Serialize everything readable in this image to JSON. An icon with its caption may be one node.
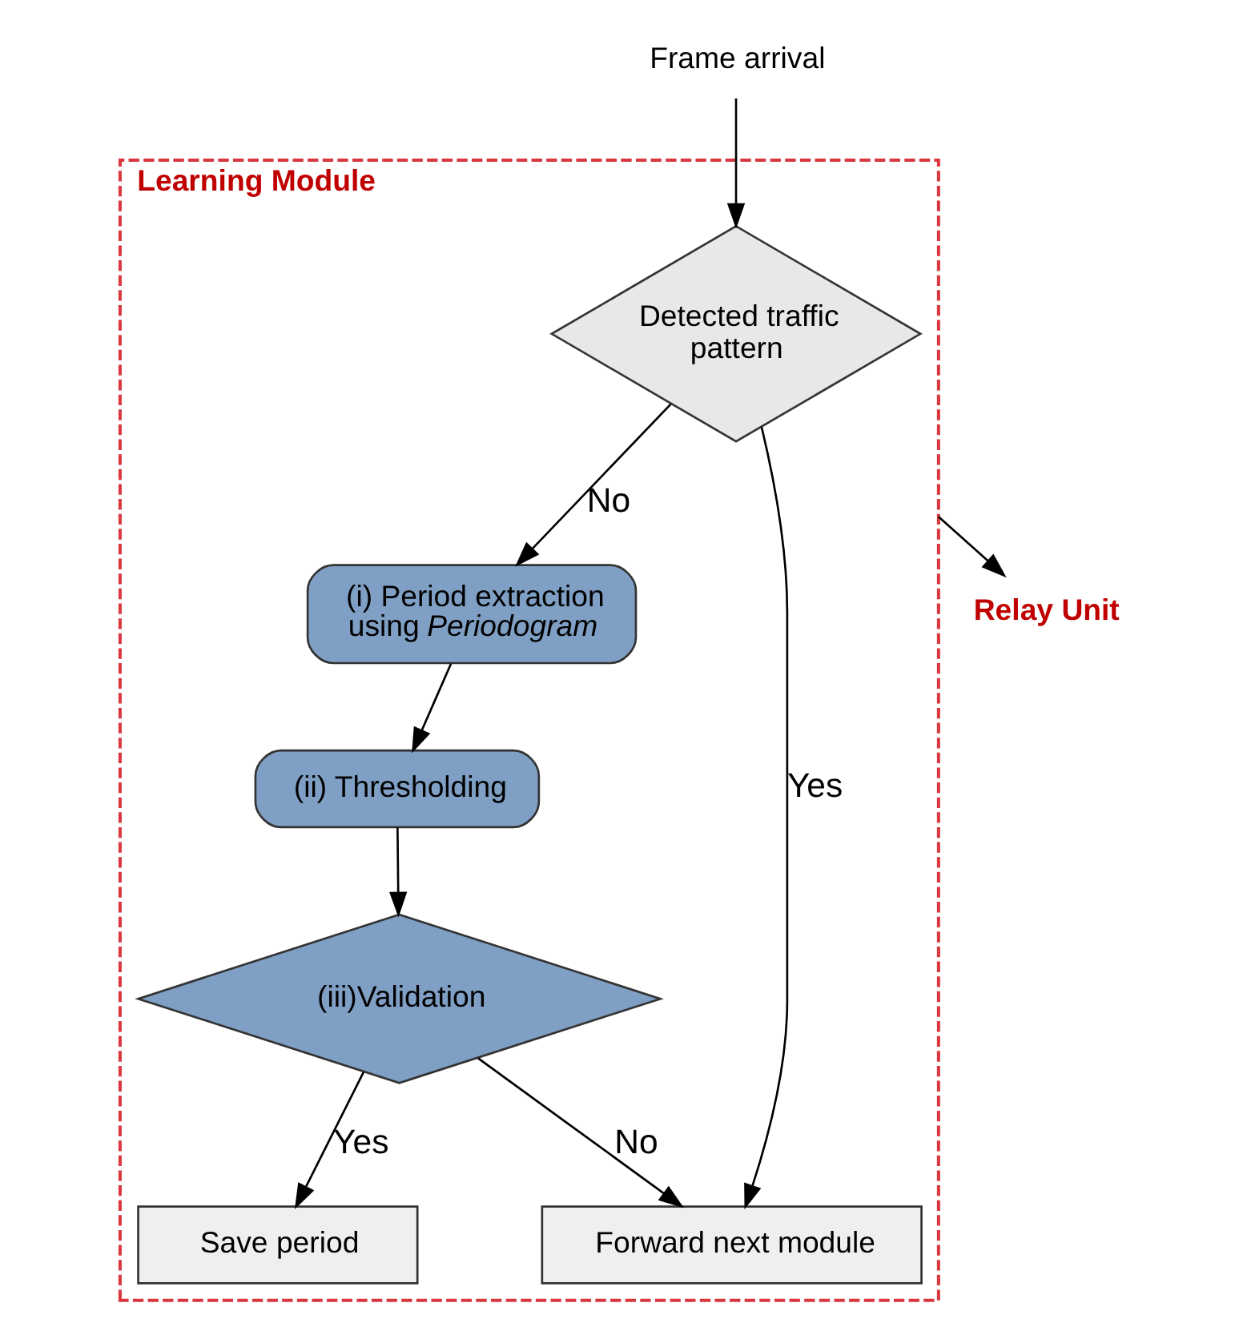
{
  "diagram": {
    "nodes": [
      {
        "text": [
          "Learning Module"
        ]
      },
      {
        "text": [
          "Frame arrival"
        ]
      },
      {
        "text": [
          "Detected traffic pattern"
        ],
        "in": 0
      },
      {
        "text": [
          "(i) Period extraction using *Periodogram*"
        ],
        "in": 0
      },
      {
        "text": [
          "(ii) Thresholding"
        ],
        "in": 0
      },
      {
        "text": [
          "(iii)Validation"
        ],
        "in": 0
      },
      {
        "text": [
          "Forward next module"
        ],
        "in": 0
      },
      {
        "text": [
          "Save period"
        ],
        "in": 0
      },
      {
        "text": [
          "Relay Unit"
        ]
      }
    ],
    "edges": [
      {
        "from": 1,
        "to": 2,
        "arrow": "to"
      },
      {
        "from": 2,
        "to": 3,
        "arrow": "to",
        "label": "No"
      },
      {
        "from": 2,
        "to": 6,
        "arrow": "to",
        "label": "Yes"
      },
      {
        "from": 3,
        "to": 4,
        "arrow": "to"
      },
      {
        "from": 4,
        "to": 5,
        "arrow": "to"
      },
      {
        "from": 5,
        "to": 6,
        "arrow": "to",
        "label": "No"
      },
      {
        "from": 5,
        "to": 7,
        "arrow": "to",
        "label": "Yes"
      },
      {
        "from": 0,
        "to": 8,
        "arrow": "to"
      }
    ]
  }
}
